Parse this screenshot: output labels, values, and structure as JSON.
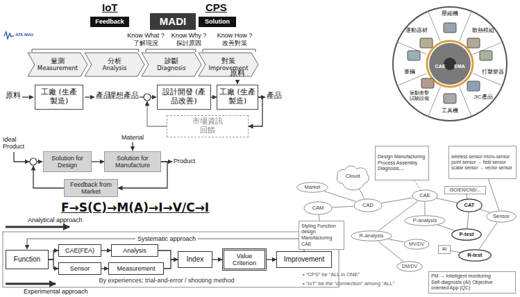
{
  "diagram": {
    "nodes": [
      {
        "text": [
          "Feedback"
        ]
      },
      {
        "text": [
          "MADI"
        ]
      },
      {
        "text": [
          "Solution"
        ]
      },
      {
        "text": [
          "量測",
          "Measurement"
        ]
      },
      {
        "text": [
          "分析",
          "Analysis"
        ]
      },
      {
        "text": [
          "診斷",
          "Diagnosis"
        ]
      },
      {
        "text": [
          "對策",
          "Improvement"
        ]
      },
      {
        "text": [
          "工廠 (生產製造)"
        ]
      },
      {
        "text": [
          "設計開發 (產品改善)"
        ]
      },
      {
        "text": [
          "工廠 (生產製造)"
        ]
      },
      {
        "text": [
          "市場資訊 回饋"
        ]
      },
      {
        "text": [
          "Solution for Design"
        ]
      },
      {
        "text": [
          "Solution for Manufacture"
        ]
      },
      {
        "text": [
          "Feedback from Market"
        ]
      },
      {
        "text": [
          "Function"
        ]
      },
      {
        "text": [
          "CAE(FEA)"
        ]
      },
      {
        "text": [
          "Analysis"
        ]
      },
      {
        "text": [
          "Sensor"
        ]
      },
      {
        "text": [
          "Measurement"
        ]
      },
      {
        "text": [
          "Index"
        ]
      },
      {
        "text": [
          "Value Criterion"
        ]
      },
      {
        "text": [
          "Improvement"
        ]
      },
      {
        "text": [
          "Design Manufacturing Process Assembly Diagnosis,..."
        ]
      },
      {
        "text": [
          "Cloud"
        ]
      },
      {
        "text": [
          "Market"
        ]
      },
      {
        "text": [
          "CAE"
        ]
      },
      {
        "text": [
          "CAM"
        ]
      },
      {
        "text": [
          "CAD"
        ]
      },
      {
        "text": [
          "CAT"
        ]
      },
      {
        "text": [
          "wireless sensor micro-sensor point sensor → field sensor scalar sensor → vector sensor"
        ]
      },
      {
        "text": [
          "ISO/EN/CNS/..."
        ]
      },
      {
        "text": [
          "Sensor"
        ]
      },
      {
        "text": [
          "P-analysis"
        ]
      },
      {
        "text": [
          "P-test"
        ]
      },
      {
        "text": [
          "R-analysis"
        ]
      },
      {
        "text": [
          "MV/DV"
        ]
      },
      {
        "text": [
          "AI"
        ]
      },
      {
        "text": [
          "R-test"
        ]
      },
      {
        "text": [
          "DM/DV"
        ]
      },
      {
        "text": [
          "Styling Function design Manufacturing CAE"
        ]
      },
      {
        "text": [
          "PM → Intelligent monitoring Self-diagnosis (AI) Objective oriented App (QC)"
        ]
      }
    ],
    "edges": [
      {
        "from": 8,
        "to": 9,
        "arrow": "to"
      },
      {
        "from": 9,
        "to": 10,
        "arrow": "to"
      },
      {
        "from": 11,
        "to": 12,
        "arrow": "to"
      },
      {
        "from": 12,
        "to": 13,
        "arrow": "to"
      },
      {
        "from": 14,
        "to": 15,
        "arrow": "to"
      },
      {
        "from": 14,
        "to": 17,
        "arrow": "to"
      },
      {
        "from": 15,
        "to": 16,
        "arrow": "to"
      },
      {
        "from": 17,
        "to": 18,
        "arrow": "to"
      },
      {
        "from": 16,
        "to": 19,
        "arrow": "to"
      },
      {
        "from": 18,
        "to": 19,
        "arrow": "to"
      },
      {
        "from": 19,
        "to": 20,
        "arrow": "to"
      },
      {
        "from": 20,
        "to": 21,
        "arrow": "to"
      },
      {
        "from": 24,
        "to": 27,
        "arrow": "none"
      },
      {
        "from": 23,
        "to": 27,
        "arrow": "none"
      },
      {
        "from": 26,
        "to": 27,
        "arrow": "none"
      },
      {
        "from": 27,
        "to": 25,
        "arrow": "none"
      },
      {
        "from": 25,
        "to": 28,
        "arrow": "none"
      },
      {
        "from": 28,
        "to": 31,
        "arrow": "none"
      },
      {
        "from": 22,
        "to": 25,
        "arrow": "none"
      },
      {
        "from": 25,
        "to": 32,
        "arrow": "none"
      },
      {
        "from": 25,
        "to": 34,
        "arrow": "none"
      },
      {
        "from": 32,
        "to": 33,
        "arrow": "none"
      },
      {
        "from": 34,
        "to": 35,
        "arrow": "none"
      },
      {
        "from": 34,
        "to": 38,
        "arrow": "none"
      },
      {
        "from": 33,
        "to": 28,
        "arrow": "none"
      },
      {
        "from": 36,
        "to": 37,
        "arrow": "none"
      },
      {
        "from": 28,
        "to": 30,
        "arrow": "none"
      },
      {
        "from": 31,
        "to": 37,
        "arrow": "none"
      },
      {
        "from": 29,
        "to": 31,
        "arrow": "none"
      },
      {
        "from": 39,
        "to": 26,
        "arrow": "none"
      }
    ],
    "labels": [
      "IoT",
      "CPS",
      "Know What ?",
      "了解現況",
      "Know Why ?",
      "探討原因",
      "Know How ?",
      "改善對策",
      "ATA NVH",
      "原料",
      "產品",
      "理想產品",
      "原料",
      "產品",
      "Ideal Product",
      "Material",
      "Product",
      "F→S(C)→M(A)→I→V/C→I",
      "Analytical approach",
      "Systematic approach",
      "By experiences: trial-and-error / shooting method",
      "Experimental approach",
      "壓縮機",
      "散熱模組",
      "打擊樂器",
      "3C產品",
      "工具機",
      "振動衝擊試驗設備",
      "車輛",
      "運動器材",
      "CAE",
      "EMA",
      "• “CPS” be “ALL in ONE”",
      "• “IoT” be the “connection” among “ALL”"
    ]
  }
}
